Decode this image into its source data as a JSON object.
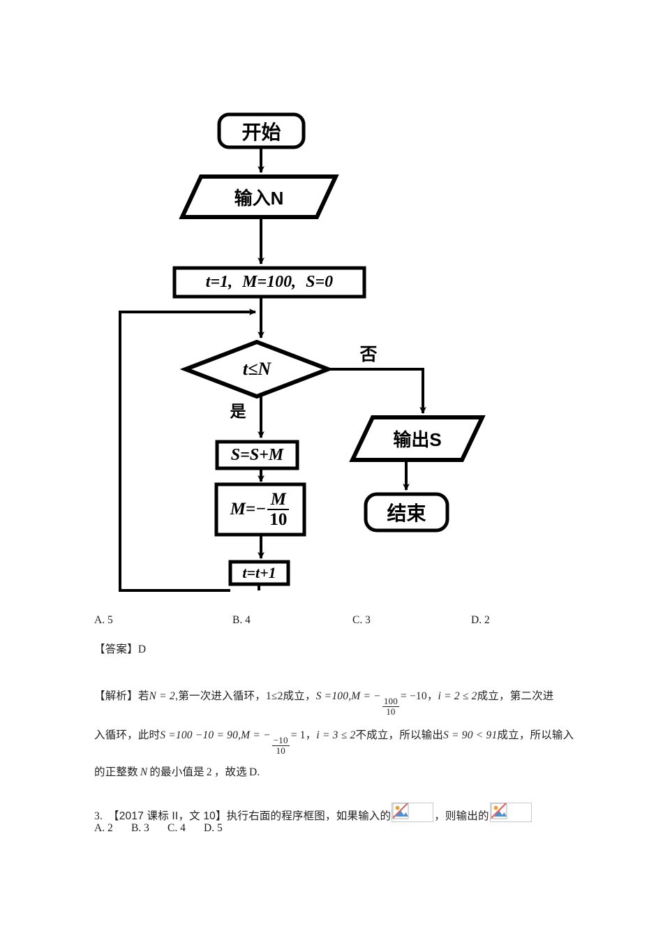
{
  "document": {
    "type": "math-exam-worksheet",
    "language": "zh-CN"
  },
  "flowchart": {
    "title": "程序框图",
    "nodes": {
      "start": "开始",
      "input": "输入N",
      "init": "t=1，M=100，S=0",
      "init_parts": {
        "t": "t=1,",
        "m": "M=100,",
        "s": "S=0"
      },
      "decision": "t≤N",
      "decision_var": "t",
      "decision_op": "≤",
      "decision_bound": "N",
      "yes_label": "是",
      "no_label": "否",
      "process_s": "S=S+M",
      "process_m_lhs": "M=−",
      "process_m_num": "M",
      "process_m_den": "10",
      "process_t": "t=t+1",
      "output": "输出S",
      "end": "结束"
    }
  },
  "question2": {
    "options": [
      {
        "key": "A.",
        "value": "5"
      },
      {
        "key": "B.",
        "value": "4"
      },
      {
        "key": "C.",
        "value": "3"
      },
      {
        "key": "D.",
        "value": "2"
      }
    ],
    "answer_label": "【答案】",
    "answer_value": "D",
    "analysis_label": "【解析】",
    "analysis": {
      "line1": {
        "seg1": "若",
        "math1": "N = 2",
        "seg2": ",第一次进入循环，",
        "math2": "1≤2",
        "seg3": "成立，",
        "math3": "S =100,M = −",
        "frac1_num": "100",
        "frac1_den": "10",
        "math4": "= −10",
        "seg4": "，",
        "math5": "i = 2 ≤ 2",
        "seg5": "成立，第二次进"
      },
      "line2": {
        "seg1": "入循环，此时",
        "math1": "S =100 −10 = 90,M = −",
        "frac_num": "−10",
        "frac_den": "10",
        "math2": "= 1",
        "seg2": "，",
        "math3": "i = 3 ≤ 2",
        "seg3": "不成立，所以输出",
        "math4": "S = 90 < 91",
        "seg4": "成立，所以输入"
      },
      "line3": {
        "seg1": "的正整数",
        "math1": "N",
        "seg2": "的最小值是",
        "num": "2",
        "seg3": "，故选",
        "choice": "D."
      }
    }
  },
  "question3": {
    "number": "3.",
    "source": "【2017 课标 II，文 10】",
    "stem_part1": "执行右面的程序框图，如果输入的",
    "stem_part2": "，则输出的",
    "placeholder_icon": "broken-image-icon",
    "options": [
      {
        "key": "A.",
        "value": "2"
      },
      {
        "key": "B.",
        "value": "3"
      },
      {
        "key": "C.",
        "value": "4"
      },
      {
        "key": "D.",
        "value": "5"
      }
    ]
  },
  "colors": {
    "ink": "#000000",
    "text": "#1f1f1f",
    "placeholder_border": "#c8c8c8",
    "placeholder_sun": "#f0a030",
    "placeholder_mountain": "#4a90d9",
    "placeholder_tear": "#e06060"
  }
}
